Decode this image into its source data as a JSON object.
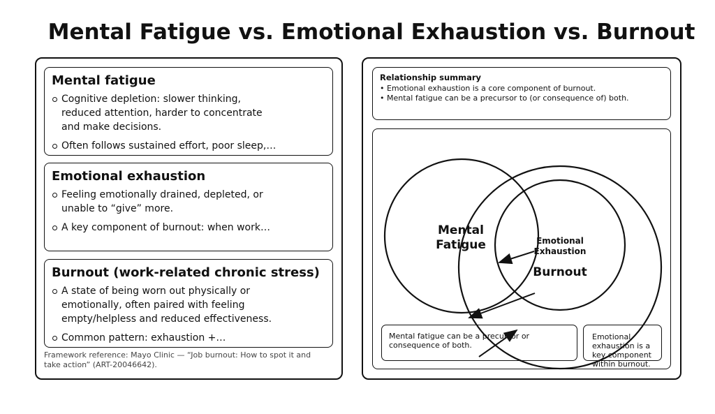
{
  "title": "Mental Fatigue vs. Emotional Exhaustion vs. Burnout",
  "cards": [
    {
      "heading": "Mental fatigue",
      "bullets": [
        "Cognitive depletion: slower thinking, reduced attention, harder to concentrate and make decisions.",
        "Often follows sustained effort, poor sleep,…"
      ]
    },
    {
      "heading": "Emotional exhaustion",
      "bullets": [
        "Feeling emotionally drained, depleted, or unable to “give” more.",
        "A key component of burnout: when work…"
      ]
    },
    {
      "heading": "Burnout (work-related chronic stress)",
      "bullets": [
        "A state of being worn out physically or emotionally, often paired with feeling empty/helpless and reduced effectiveness.",
        "Common pattern: exhaustion +…"
      ]
    }
  ],
  "reference": "Framework reference: Mayo Clinic — “Job burnout: How to spot it and take action” (ART-20046642).",
  "summary": {
    "heading": "Relationship summary",
    "bullets": [
      "• Emotional exhaustion is a core component of burnout.",
      "• Mental fatigue can be a precursor to (or consequence of) both."
    ]
  },
  "diagram": {
    "mental_fatigue": "Mental Fatigue",
    "emotional_exhaustion": "Emotional Exhaustion",
    "burnout": "Burnout"
  },
  "notes": [
    "Mental fatigue can be a precursor or consequence of both.",
    "Emotional exhaustion is a key component within burnout."
  ]
}
